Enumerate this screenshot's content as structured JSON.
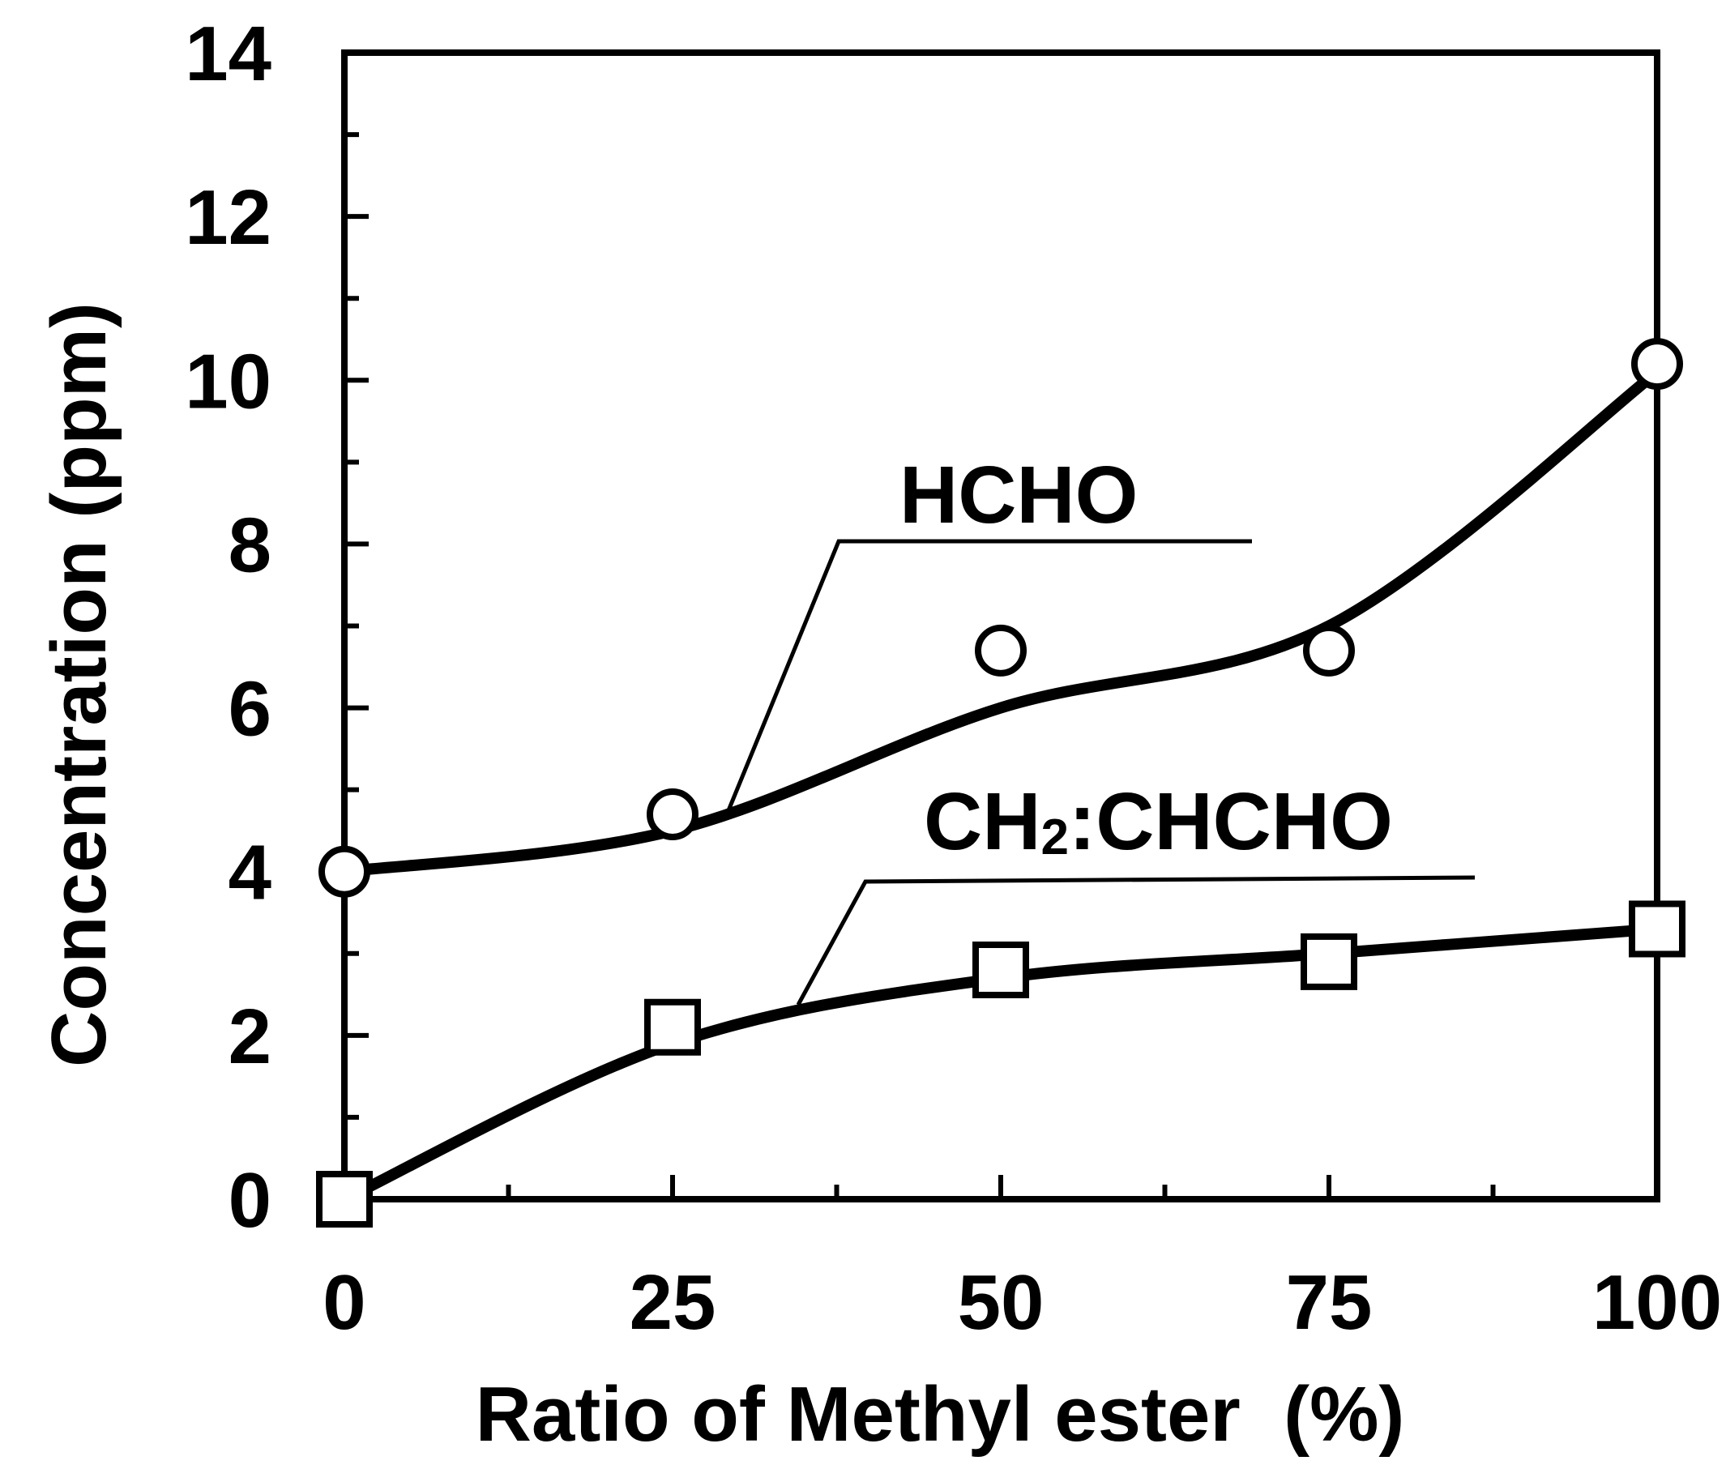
{
  "chart_data": {
    "type": "line",
    "xlabel": "Ratio of Methyl ester  (%)",
    "ylabel": "Concentration (ppm)",
    "xlim": [
      0,
      100
    ],
    "ylim": [
      0,
      14
    ],
    "xticks": [
      "0",
      "25",
      "50",
      "75",
      "100"
    ],
    "yticks": [
      "0",
      "2",
      "4",
      "6",
      "8",
      "10",
      "12",
      "14"
    ],
    "grid": false,
    "series": [
      {
        "name": "HCHO",
        "marker": "circle",
        "x": [
          0,
          25,
          50,
          75,
          100
        ],
        "y": [
          4.0,
          4.7,
          6.7,
          6.7,
          10.2
        ]
      },
      {
        "name_main": "CH",
        "name_sub": "2",
        "name_rest": ":CHCHO",
        "marker": "square",
        "x": [
          0,
          25,
          50,
          75,
          100
        ],
        "y": [
          0.0,
          2.1,
          2.8,
          2.9,
          3.3
        ]
      }
    ]
  }
}
